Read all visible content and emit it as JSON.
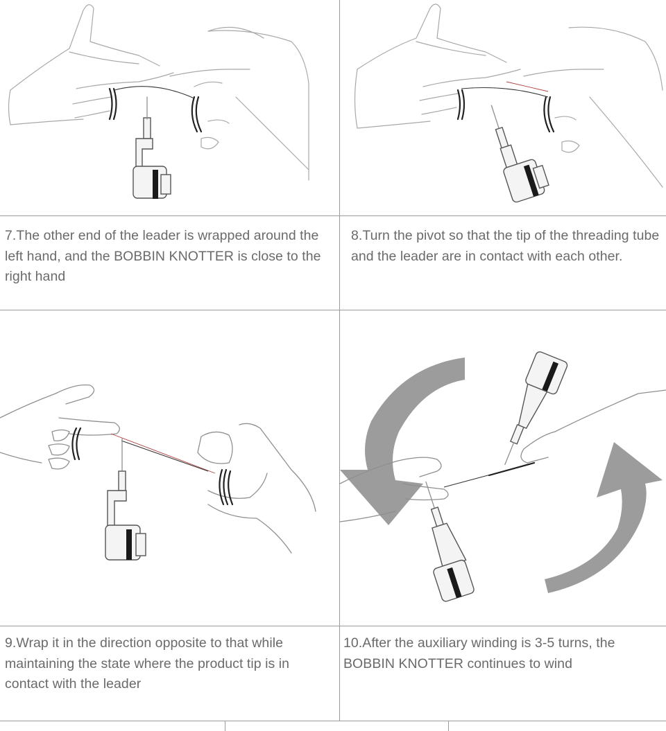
{
  "steps": [
    {
      "number": "7",
      "text": "7.The other end of the leader is wrapped around the left hand, and the BOBBIN KNOTTER is close to the right hand"
    },
    {
      "number": "8",
      "text": "8.Turn the pivot so that the tip of the threading tube and the leader are in contact with each other."
    },
    {
      "number": "9",
      "text": "9.Wrap it in the direction opposite to that while maintaining the state where the product tip is in contact with the leader"
    },
    {
      "number": "10",
      "text": "10.After the auxiliary winding is 3-5 turns, the BOBBIN KNOTTER continues to wind"
    }
  ],
  "illustrations": [
    {
      "step": "7",
      "depicts": "hands-holding-leader-with-bobbin-knotter"
    },
    {
      "step": "8",
      "depicts": "threading-tube-tip-touching-leader"
    },
    {
      "step": "9",
      "depicts": "wrapping-leader-opposite-direction"
    },
    {
      "step": "10",
      "depicts": "rotating-bobbin-knotter-with-arrows"
    }
  ],
  "colors": {
    "grid_line": "#9a9a9a",
    "caption_text": "#6a6a6a",
    "arrow": "#9c9c9c"
  }
}
